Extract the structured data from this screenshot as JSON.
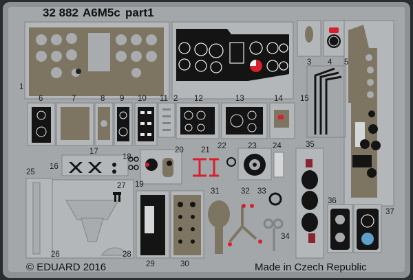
{
  "header": {
    "set_number": "32 882",
    "model": "A6M5c",
    "part": "part1"
  },
  "footer": {
    "copyright": "© EDUARD 2016",
    "origin": "Made in Czech Republic"
  },
  "part_numbers": [
    "1",
    "2",
    "3",
    "4",
    "5",
    "6",
    "7",
    "8",
    "9",
    "10",
    "11",
    "12",
    "13",
    "14",
    "15",
    "16",
    "17",
    "18",
    "19",
    "20",
    "21",
    "22",
    "23",
    "24",
    "25",
    "26",
    "27",
    "28",
    "29",
    "30",
    "31",
    "32",
    "33",
    "34",
    "35",
    "36",
    "37"
  ],
  "colors": {
    "fret_metal": "#9ea2a4",
    "fret_border": "#8b8f92",
    "part_light": "#b4b8ba",
    "interior_green": "#7d7562",
    "instrument_black": "#141414",
    "warning_red": "#d8202c",
    "background": "#2a2d30"
  }
}
